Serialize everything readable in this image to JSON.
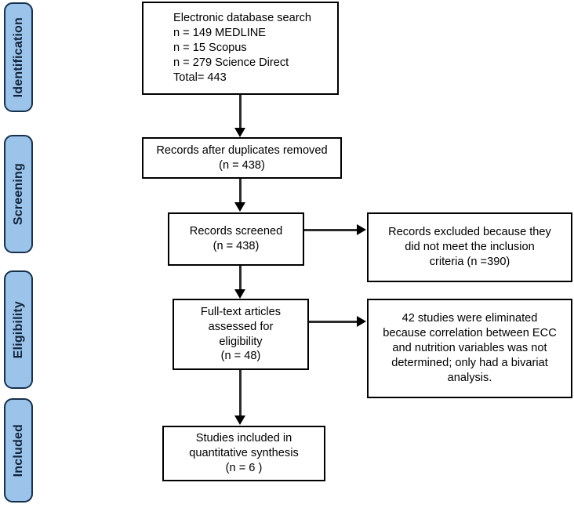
{
  "diagram": {
    "title": "PRISMA study selection flow diagram",
    "accent_blue": "#9cc3e9",
    "accent_border": "#17314d",
    "box_border": "#000000"
  },
  "stages": [
    {
      "id": "identification",
      "label": "Identification"
    },
    {
      "id": "screening",
      "label": "Screening"
    },
    {
      "id": "eligibility",
      "label": "Eligibility"
    },
    {
      "id": "included",
      "label": "Included"
    }
  ],
  "boxes": {
    "database_search": {
      "line1": "Electronic database search",
      "line2": "n = 149 MEDLINE",
      "line3": "n = 15 Scopus",
      "line4": "n = 279 Science Direct",
      "line5": "Total= 443"
    },
    "duplicates_removed": {
      "line1": "Records after duplicates removed",
      "line2": "(n = 438)"
    },
    "records_screened": {
      "line1": "Records screened",
      "line2": "(n = 438)"
    },
    "records_excluded": {
      "line1": "Records excluded because they",
      "line2": "did not meet the inclusion",
      "line3": "criteria (n =390)"
    },
    "fulltext_assessed": {
      "line1": "Full-text articles",
      "line2": "assessed for",
      "line3": "eligibility",
      "line4": "(n = 48)"
    },
    "studies_eliminated": {
      "line1": "42 studies were eliminated",
      "line2": "because correlation between ECC",
      "line3": "and nutrition variables was not",
      "line4": "determined; only had a bivariat",
      "line5": "analysis."
    },
    "studies_included": {
      "line1": "Studies included in",
      "line2": "quantitative synthesis",
      "line3": "(n = 6 )"
    }
  }
}
